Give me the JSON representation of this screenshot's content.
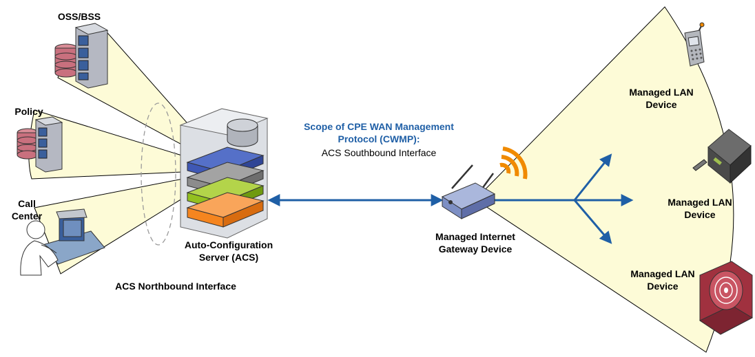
{
  "labels": {
    "oss_bss": "OSS/BSS",
    "policy": "Policy",
    "call_center_line1": "Call",
    "call_center_line2": "Center",
    "acs_line1": "Auto-Configuration",
    "acs_line2": "Server (ACS)",
    "northbound": "ACS Northbound Interface",
    "cwmp_line1": "Scope of CPE WAN Management",
    "cwmp_line2": "Protocol (CWMP):",
    "southbound": "ACS Southbound Interface",
    "gateway_line1": "Managed Internet",
    "gateway_line2": "Gateway Device",
    "lan1_line1": "Managed LAN",
    "lan1_line2": "Device",
    "lan2_line1": "Managed LAN",
    "lan2_line2": "Device",
    "lan3_line1": "Managed LAN",
    "lan3_line2": "Device"
  },
  "colors": {
    "beam_fill": "#fdfbd7",
    "beam_stroke": "#000000",
    "arrow": "#1f5fa6",
    "cwmp_text": "#1f5fa6",
    "wifi_signal": "#f08a00",
    "server_blue": "#3f58b5",
    "server_gray": "#8c8c8c",
    "server_green": "#93c020",
    "server_orange": "#f5851f",
    "db_red": "#c9707e",
    "lan_red_device": "#a0313f"
  },
  "icons": {
    "oss_bss": "server-rack-with-database-icon",
    "policy": "server-rack-with-database-icon",
    "call_center": "operator-at-computer-icon",
    "acs": "server-cabinet-icon",
    "gateway": "wireless-router-icon",
    "wifi": "wifi-signal-icon",
    "lan1": "mobile-phone-icon",
    "lan2": "set-top-box-with-remote-icon",
    "lan3": "speaker-device-icon"
  }
}
